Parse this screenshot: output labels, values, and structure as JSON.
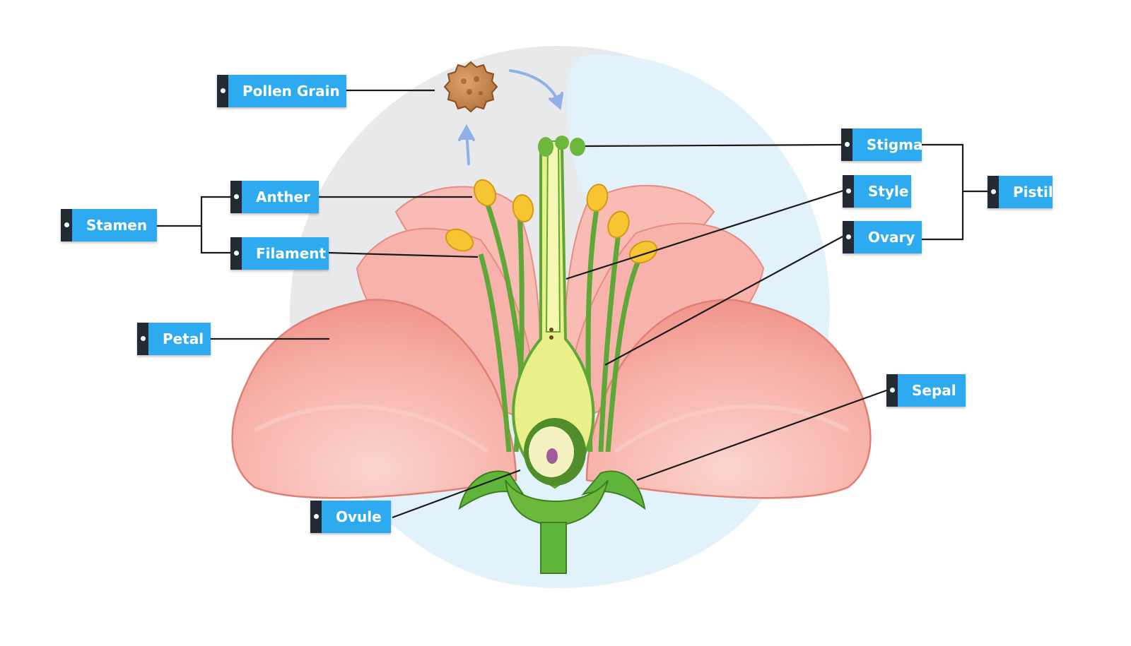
{
  "labels": {
    "pollen_grain": "Pollen Grain",
    "anther": "Anther",
    "stamen": "Stamen",
    "filament": "Filament",
    "petal": "Petal",
    "ovule": "Ovule",
    "stigma": "Stigma",
    "style": "Style",
    "ovary": "Ovary",
    "pistil": "Pistil",
    "sepal": "Sepal"
  },
  "colors": {
    "label_fill": "#2eaaf0",
    "label_tab": "#222a33",
    "petal": "#f6a59c",
    "stem": "#5fb43a",
    "pistil": "#e9f08a",
    "anther": "#f7c531",
    "pollen": "#c98a52",
    "arrow": "#8fb0e8"
  },
  "icons": {
    "pollen": "pollen-grain-icon",
    "arrows": "pollination-arrow-icon"
  }
}
